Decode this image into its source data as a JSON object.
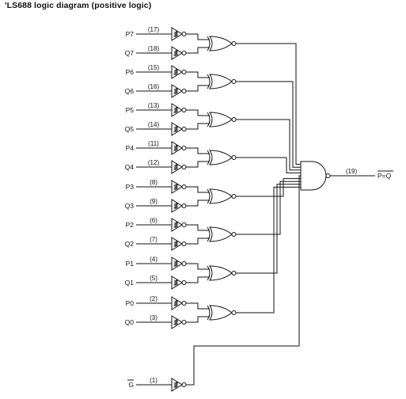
{
  "title": "'LS688 logic diagram (positive logic)",
  "inputs": [
    {
      "label": "P7",
      "pin": "(17)"
    },
    {
      "label": "Q7",
      "pin": "(18)"
    },
    {
      "label": "P6",
      "pin": "(15)"
    },
    {
      "label": "Q6",
      "pin": "(16)"
    },
    {
      "label": "P5",
      "pin": "(13)"
    },
    {
      "label": "Q5",
      "pin": "(14)"
    },
    {
      "label": "P4",
      "pin": "(11)"
    },
    {
      "label": "Q4",
      "pin": "(12)"
    },
    {
      "label": "P3",
      "pin": "(8)"
    },
    {
      "label": "Q3",
      "pin": "(9)"
    },
    {
      "label": "P2",
      "pin": "(6)"
    },
    {
      "label": "Q2",
      "pin": "(7)"
    },
    {
      "label": "P1",
      "pin": "(4)"
    },
    {
      "label": "Q1",
      "pin": "(5)"
    },
    {
      "label": "P0",
      "pin": "(2)"
    },
    {
      "label": "Q0",
      "pin": "(3)"
    }
  ],
  "enable": {
    "label": "G",
    "overbar": true,
    "pin": "(1)"
  },
  "output": {
    "label": "P=Q",
    "overbar": true,
    "pin": "(19)"
  }
}
